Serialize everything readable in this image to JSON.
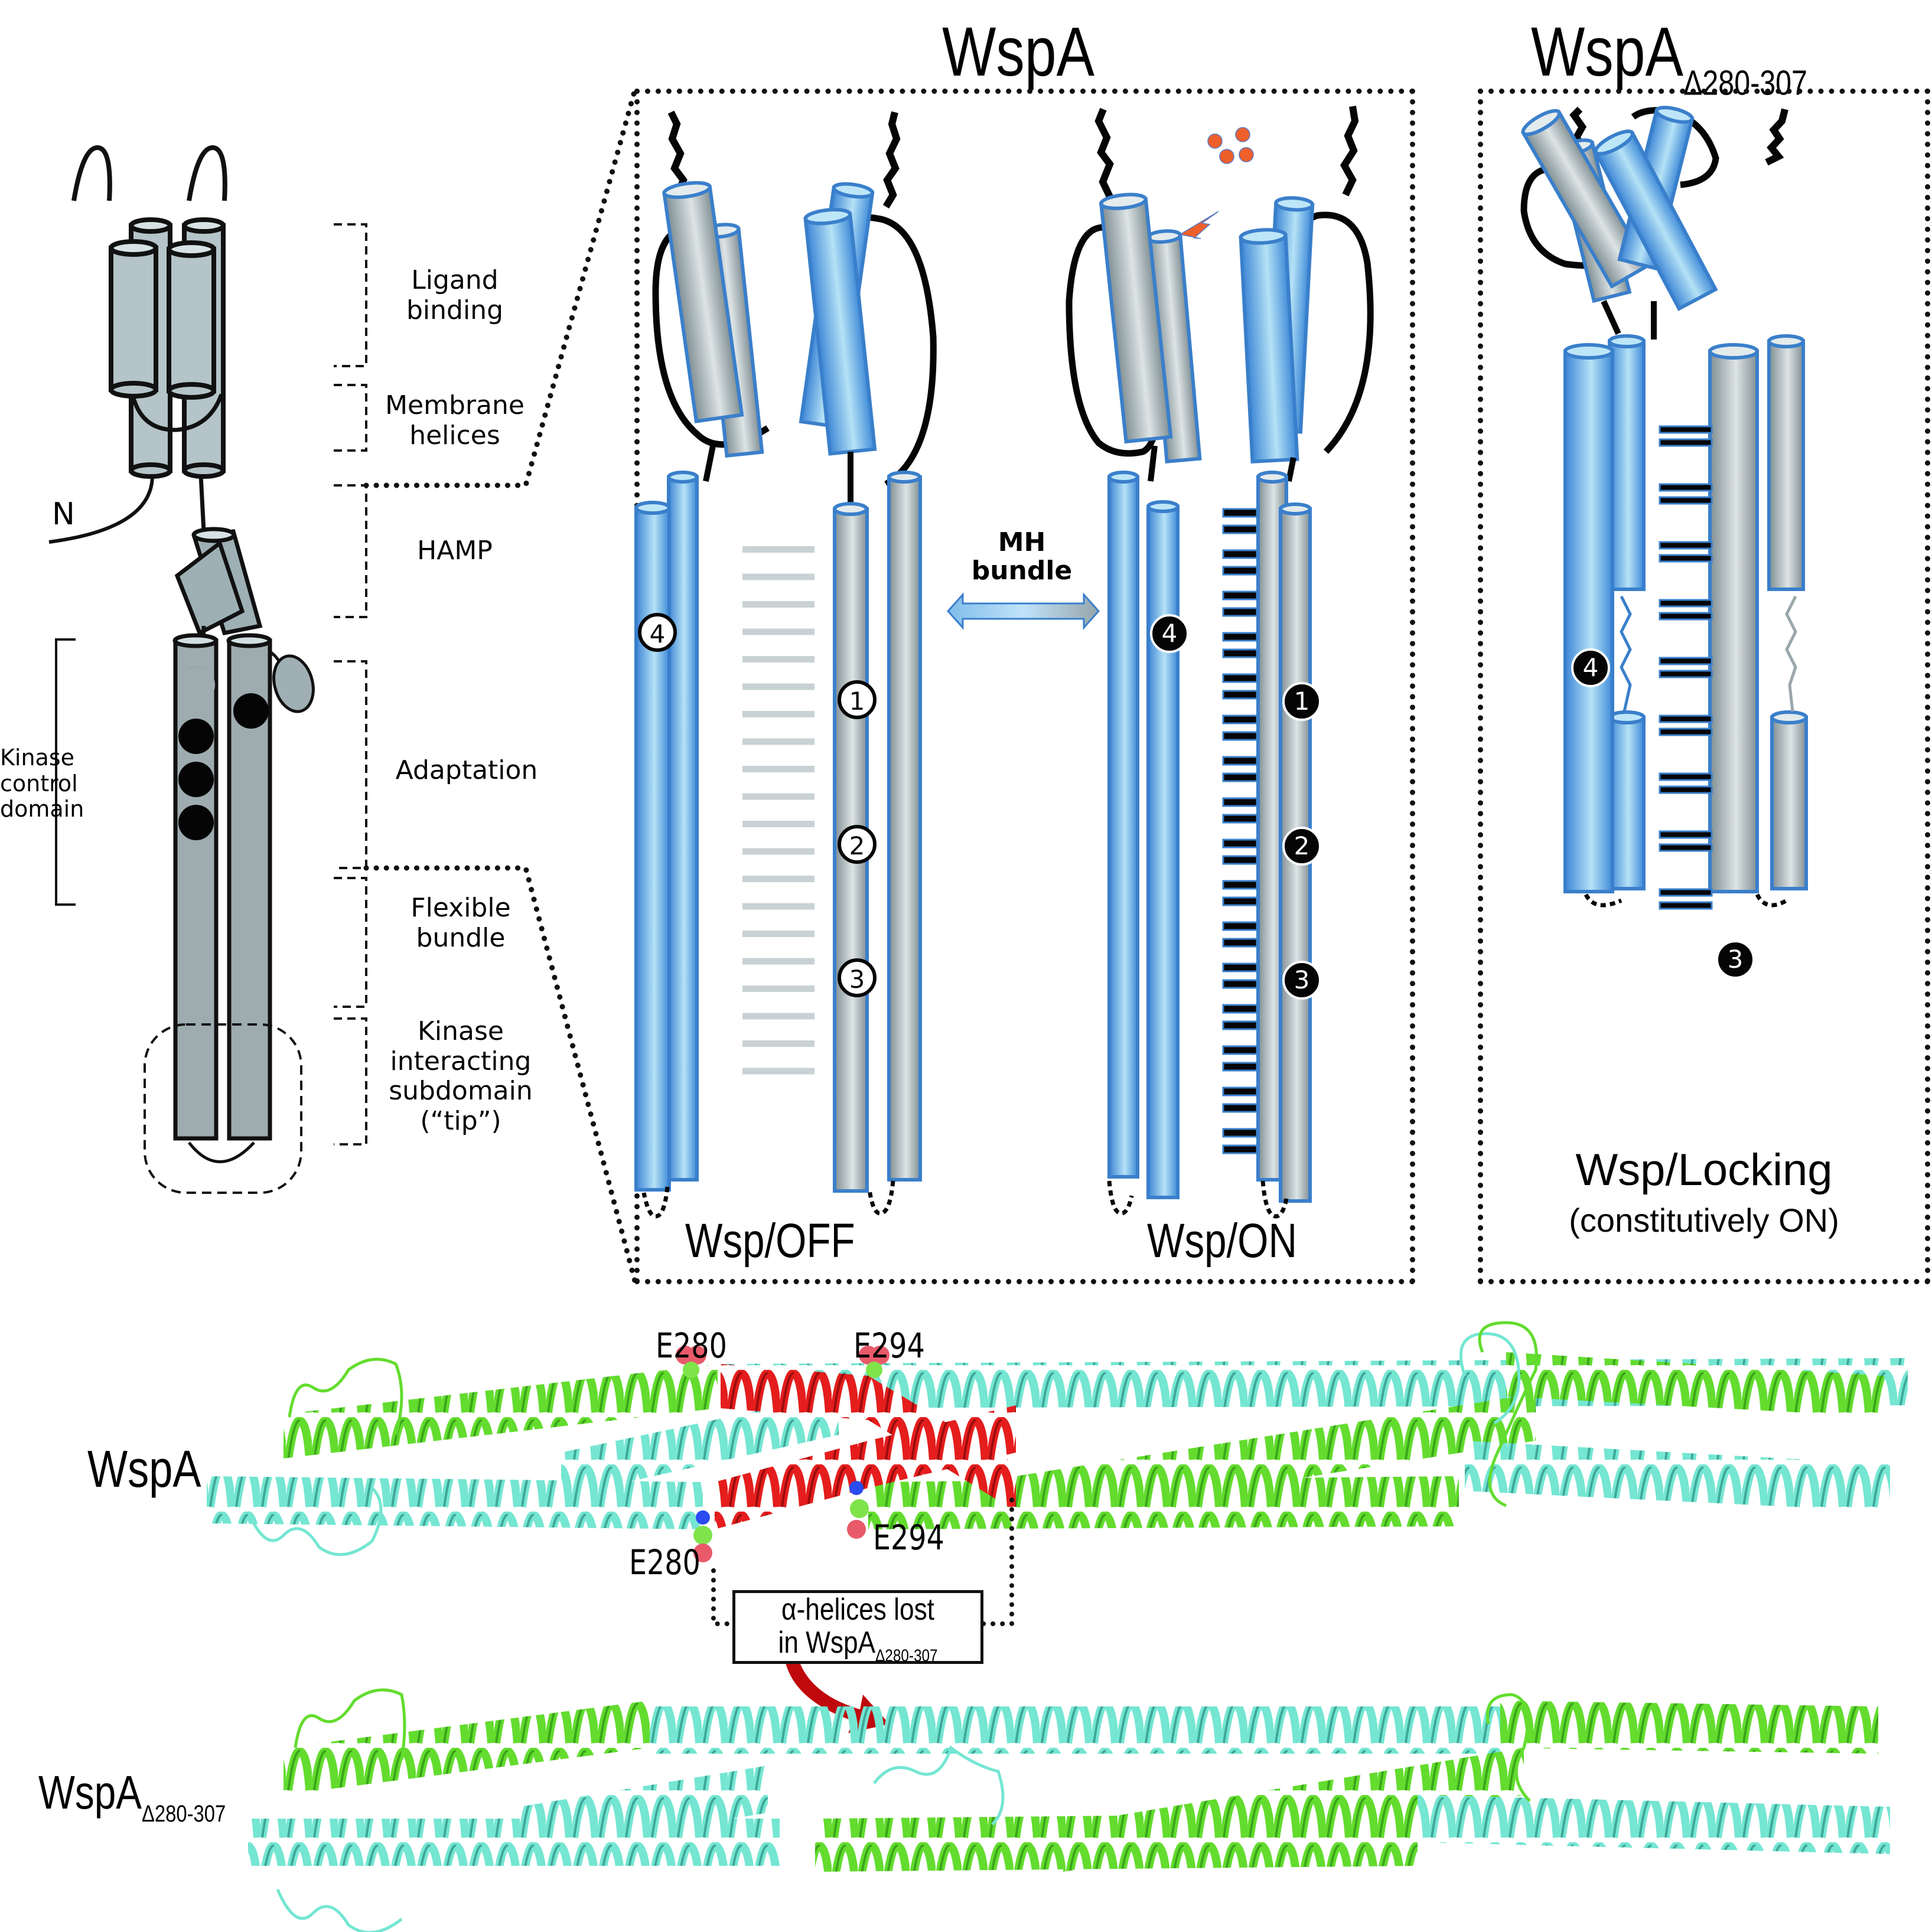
{
  "domain_overview": {
    "left_schematic": {
      "n_terminus_label": "N",
      "domain_labels": [
        {
          "id": "ligand-binding",
          "lines": [
            "Ligand",
            "binding"
          ]
        },
        {
          "id": "membrane-helices",
          "lines": [
            "Membrane",
            "helices"
          ]
        },
        {
          "id": "hamp",
          "lines": [
            "HAMP"
          ]
        },
        {
          "id": "adaptation",
          "lines": [
            "Adaptation"
          ]
        },
        {
          "id": "flexible-bundle",
          "lines": [
            "Flexible",
            "bundle"
          ]
        },
        {
          "id": "kinase-interacting",
          "lines": [
            "Kinase",
            "interacting",
            "subdomain",
            "(“tip”)"
          ]
        }
      ],
      "kinase_control_label": [
        "Kinase",
        "control",
        "domain"
      ],
      "methylation_sites_left_helix": 3,
      "methylation_sites_right_helix": 1
    }
  },
  "panel_wspa": {
    "title": "WspA",
    "states": [
      {
        "id": "off",
        "label": "Wsp/OFF",
        "site_style": "open",
        "sites": [
          "4",
          "1",
          "2",
          "3"
        ],
        "interaction_bars": "faint-grey"
      },
      {
        "id": "on",
        "label": "Wsp/ON",
        "site_style": "filled",
        "sites": [
          "4",
          "1",
          "2",
          "3"
        ],
        "interaction_bars": "dark"
      }
    ],
    "transition_label": [
      "MH",
      "bundle"
    ],
    "signal_icon": "lightning-ligand-icon"
  },
  "panel_mutant": {
    "title_main": "WspA",
    "title_sub": "Δ280-307",
    "state_label": "Wsp/Locking",
    "state_note": "(constitutively ON)",
    "sites": [
      "4",
      "3"
    ]
  },
  "structures": {
    "wt_label": "WspA",
    "mutant_label_main": "WspA",
    "mutant_label_sub": "Δ280-307",
    "residue_labels": [
      "E280",
      "E294",
      "E280",
      "E294"
    ],
    "callout_line1": "α-helices lost",
    "callout_line2_main": "in WspA",
    "callout_line2_sub": "Δ280-307"
  },
  "colors": {
    "helix_blue": "#4a90d9",
    "helix_grey": "#9aa7ab",
    "schematic_grey": "#b5c4c8",
    "chain_green": "#66e033",
    "chain_cyan": "#6fe3cf",
    "deleted_red": "#e31a1a",
    "signal_orange": "#ee5f2a"
  }
}
